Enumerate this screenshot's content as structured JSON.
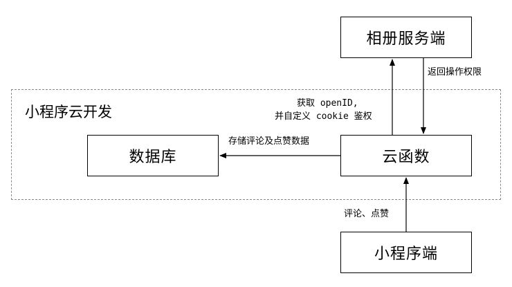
{
  "diagram": {
    "container_title": "小程序云开发",
    "nodes": {
      "album_server": "相册服务端",
      "cloud_function": "云函数",
      "database": "数据库",
      "mini_program": "小程序端"
    },
    "edges": {
      "auth_line1": "获取 openID,",
      "auth_line2": "并自定义 cookie 鉴权",
      "return_permissions": "返回操作权限",
      "store_data": "存储评论及点赞数据",
      "comment_like": "评论、点赞"
    }
  }
}
